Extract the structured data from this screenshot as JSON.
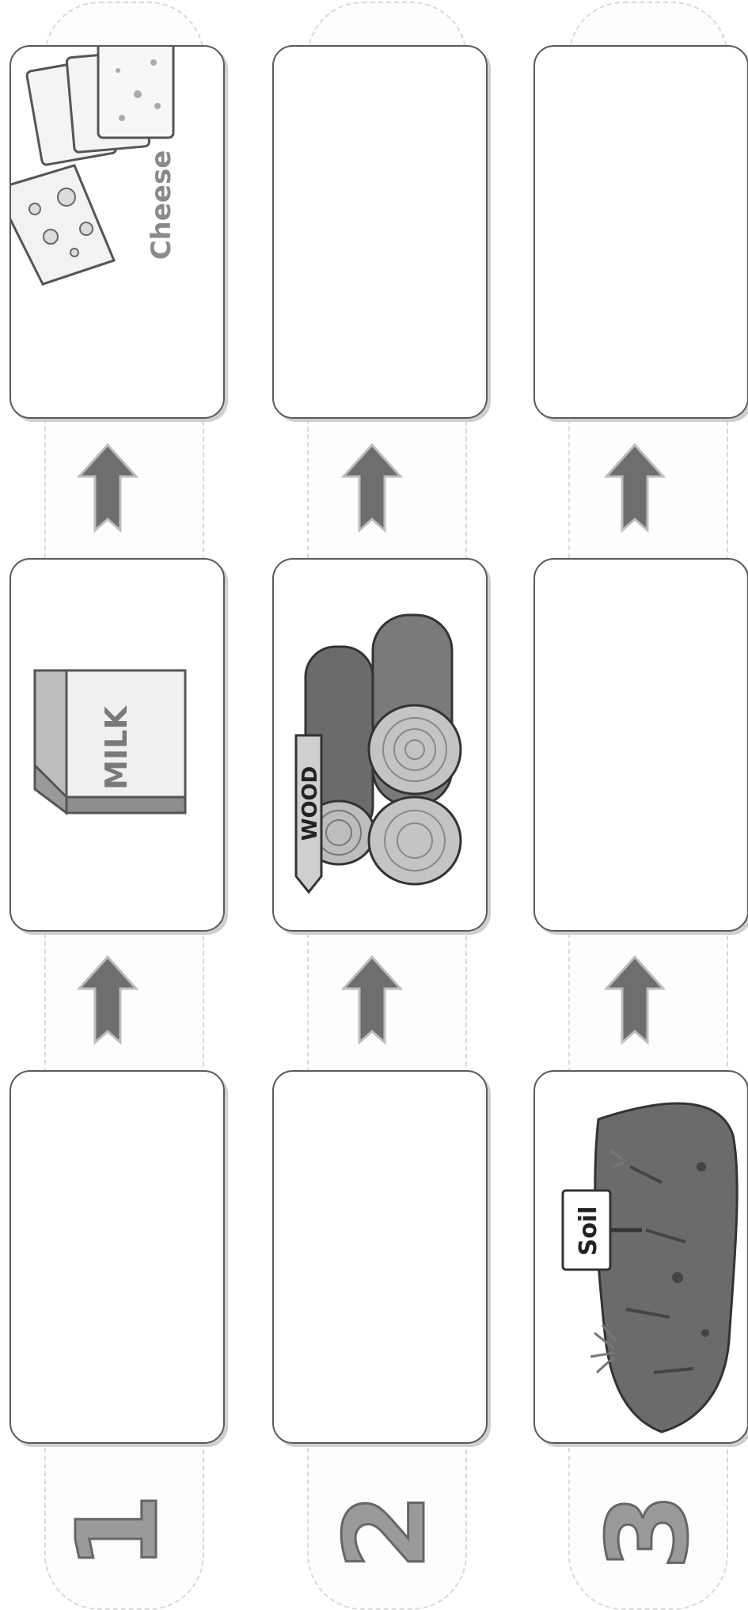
{
  "rows": [
    {
      "number": "1",
      "cards": [
        {
          "slot": "top",
          "picture": "cheese",
          "text": "Cheese"
        },
        {
          "slot": "middle",
          "picture": "milk carton",
          "text": "MILK"
        },
        {
          "slot": "bottom",
          "picture": "",
          "text": ""
        }
      ]
    },
    {
      "number": "2",
      "cards": [
        {
          "slot": "top",
          "picture": "",
          "text": ""
        },
        {
          "slot": "middle",
          "picture": "wood logs",
          "text": "WOOD"
        },
        {
          "slot": "bottom",
          "picture": "",
          "text": ""
        }
      ]
    },
    {
      "number": "3",
      "cards": [
        {
          "slot": "top",
          "picture": "",
          "text": ""
        },
        {
          "slot": "middle",
          "picture": "",
          "text": ""
        },
        {
          "slot": "bottom",
          "picture": "soil pile",
          "text": "Soil"
        }
      ]
    }
  ],
  "icons": {
    "arrow": "arrow-up-icon"
  },
  "colors": {
    "arrow_fill": "#6e6e6e",
    "card_border": "#5a5a5a",
    "number_fill": "#9a9a9a"
  }
}
